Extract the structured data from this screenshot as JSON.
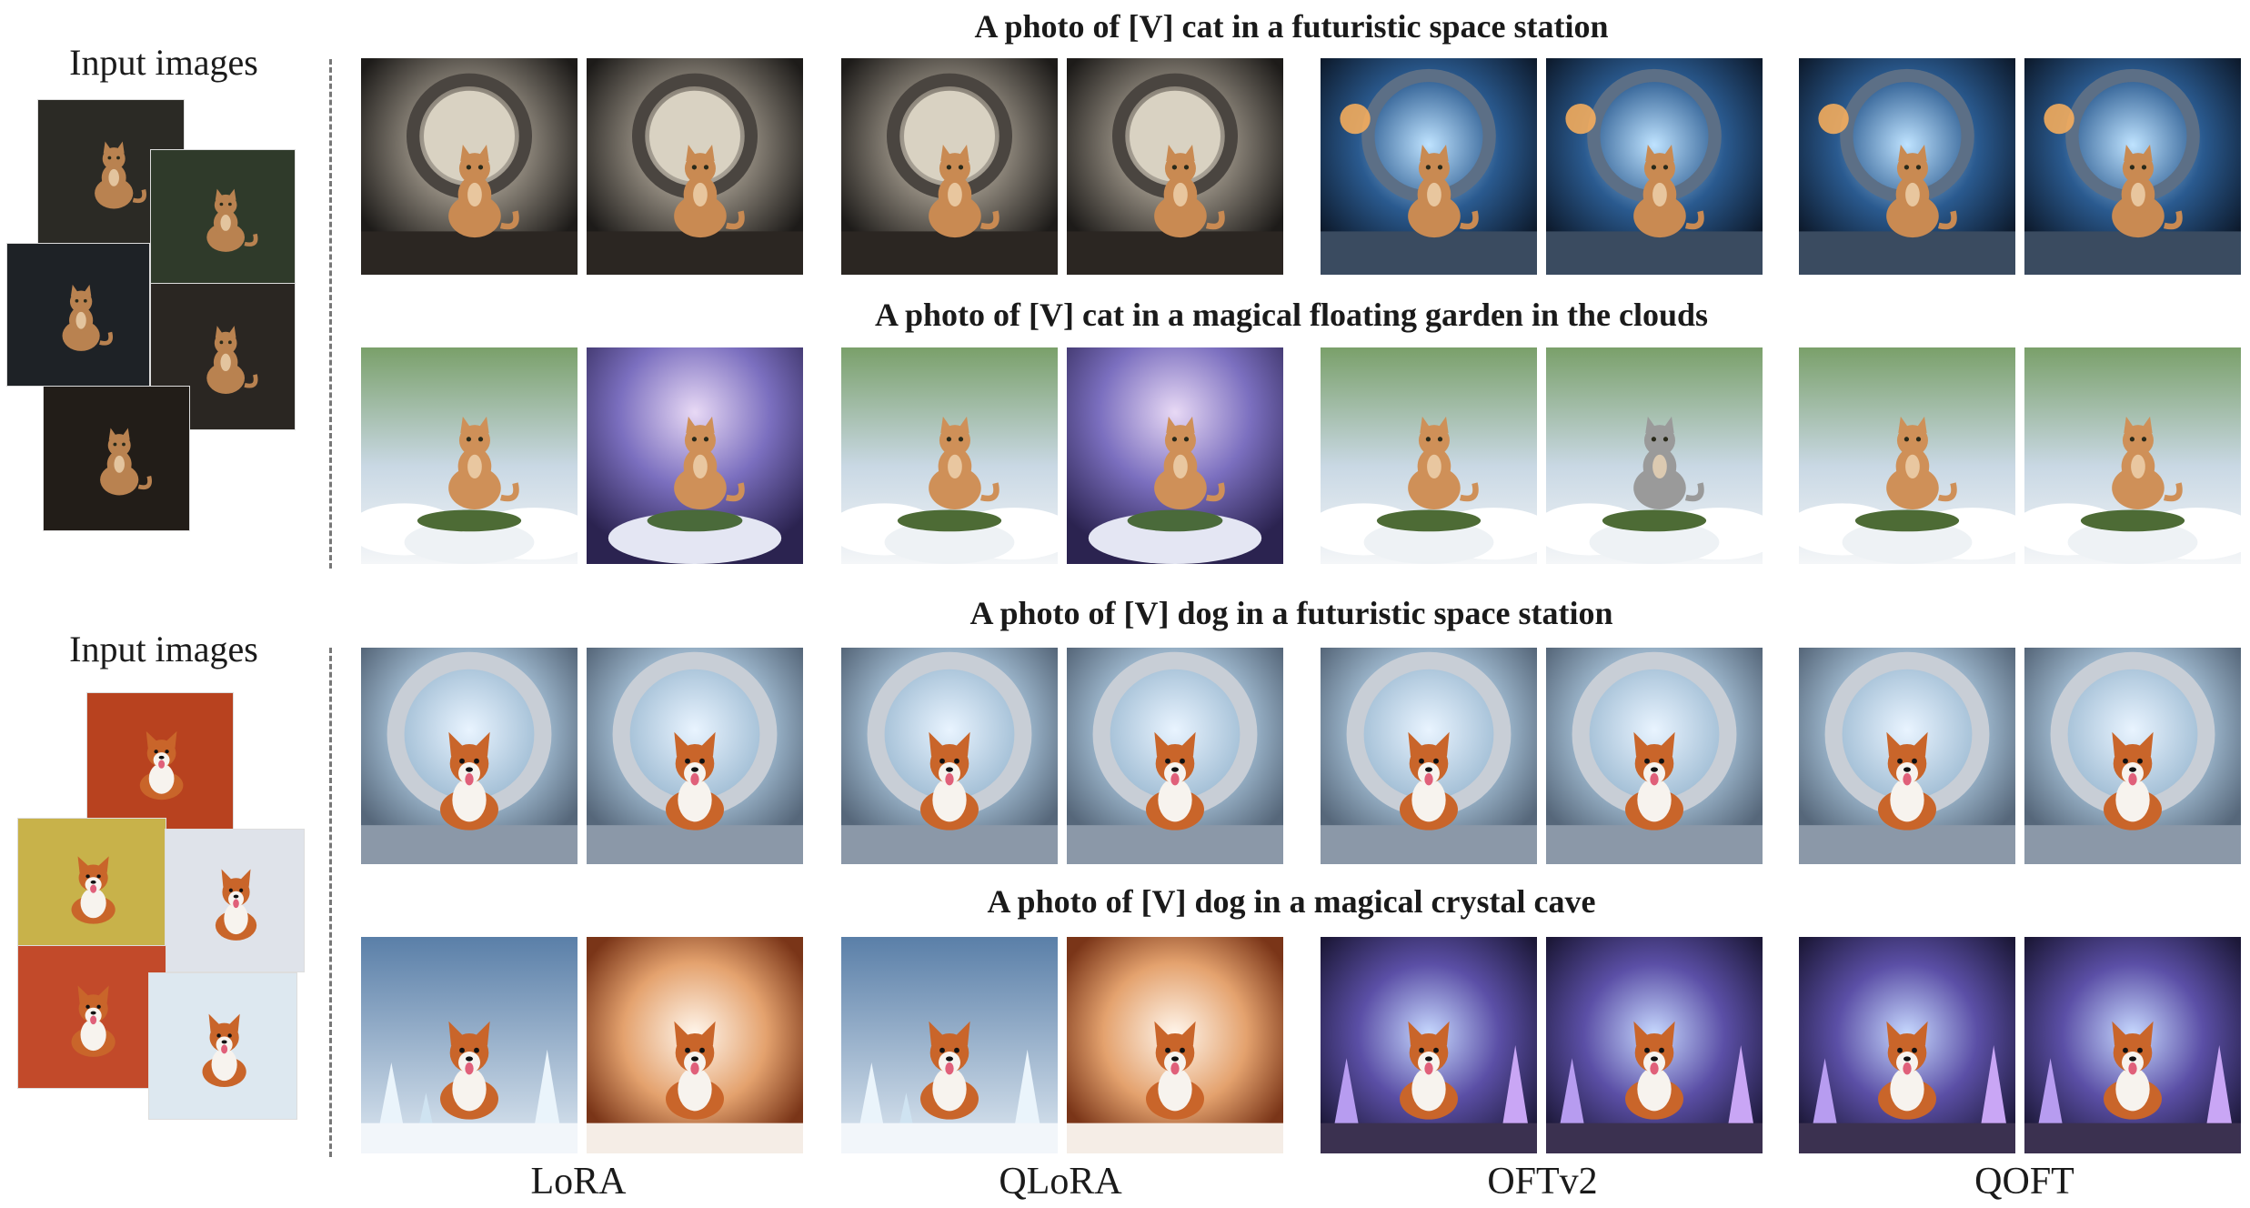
{
  "sections": [
    {
      "input_label": "Input images",
      "subject": "cat",
      "prompts": [
        "A photo of [V] cat in a futuristic space station",
        "A photo of [V] cat in a magical floating garden in the clouds"
      ]
    },
    {
      "input_label": "Input images",
      "subject": "dog",
      "prompts": [
        "A photo of [V] dog in a futuristic space station",
        "A photo of [V] dog in a magical crystal cave"
      ]
    }
  ],
  "methods": [
    "LoRA",
    "QLoRA",
    "OFTv2",
    "QOFT"
  ]
}
